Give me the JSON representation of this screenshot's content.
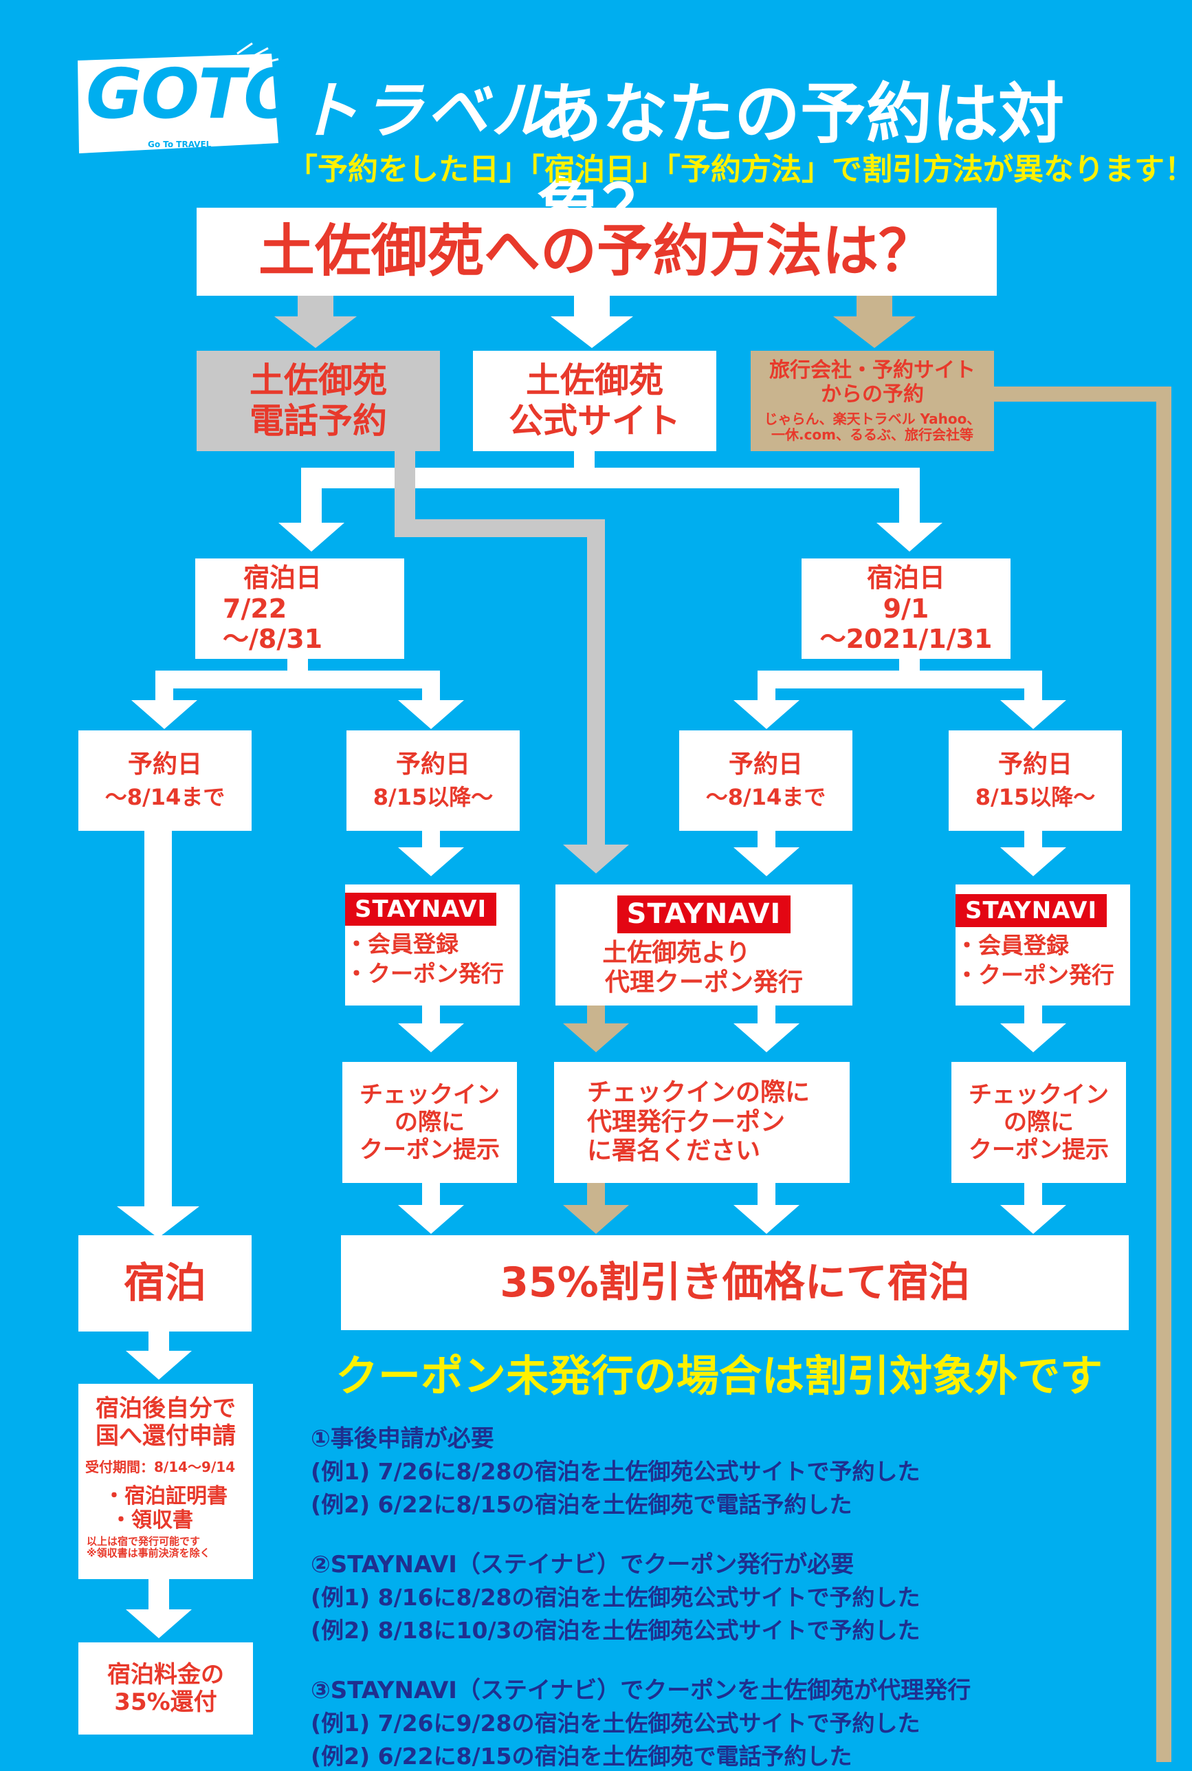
{
  "header": {
    "logo_text": "GOTO",
    "logo_sub": "Go To TRAVEL",
    "travel_text": "トラベル",
    "title": "あなたの予約は対象？",
    "subtitle": "「予約をした日」「宿泊日」「予約方法」で割引方法が異なります！"
  },
  "question": "土佐御苑への予約方法は？",
  "methods": {
    "phone": [
      "土佐御苑",
      "電話予約"
    ],
    "official": [
      "土佐御苑",
      "公式サイト"
    ],
    "agency_title": [
      "旅行会社・予約サイト",
      "からの予約"
    ],
    "agency_sub": [
      "じゃらん、楽天トラベル Yahoo、",
      "一休.com、るるぶ、旅行会社等"
    ]
  },
  "stay_dates": {
    "left": [
      "宿泊日",
      "7/22",
      "～/8/31"
    ],
    "right": [
      "宿泊日",
      "9/1",
      "～2021/1/31"
    ]
  },
  "reserve_dates": {
    "a": [
      "予約日",
      "～8/14まで"
    ],
    "b": [
      "予約日",
      "8/15以降～"
    ],
    "c": [
      "予約日",
      "～8/14まで"
    ],
    "d": [
      "予約日",
      "8/15以降～"
    ]
  },
  "staynavi": {
    "label": "STAYNAVI",
    "left_items": [
      "・会員登録",
      "・クーポン発行"
    ],
    "center_lines": [
      "土佐御苑より",
      "代理クーポン発行"
    ],
    "right_items": [
      "・会員登録",
      "・クーポン発行"
    ]
  },
  "checkin": {
    "left": [
      "チェックイン",
      "の際に",
      "クーポン提示"
    ],
    "center": [
      "チェックインの際に",
      "代理発行クーポン",
      "に署名ください"
    ],
    "right": [
      "チェックイン",
      "の際に",
      "クーポン提示"
    ]
  },
  "stay": "宿泊",
  "discount": "35%割引き価格にて宿泊",
  "refund": {
    "title": [
      "宿泊後自分で",
      "国へ還付申請"
    ],
    "period": "受付期間：8/14～9/14",
    "items": [
      "・宿泊証明書",
      "・領収書"
    ],
    "small": [
      "以上は宿で発行可能です",
      "※領収書は事前決済を除く"
    ]
  },
  "refund_result": [
    "宿泊料金の",
    "35%還付"
  ],
  "warning": "クーポン未発行の場合は割引対象外です",
  "notes": [
    {
      "title": "①事後申請が必要",
      "examples": [
        "(例1) 7/26に8/28の宿泊を土佐御苑公式サイトで予約した",
        "(例2) 6/22に8/15の宿泊を土佐御苑で電話予約した"
      ]
    },
    {
      "title": "②STAYNAVI（ステイナビ）でクーポン発行が必要",
      "examples": [
        "(例1) 8/16に8/28の宿泊を土佐御苑公式サイトで予約した",
        "(例2) 8/18に10/3の宿泊を土佐御苑公式サイトで予約した"
      ]
    },
    {
      "title": "③STAYNAVI（ステイナビ）でクーポンを土佐御苑が代理発行",
      "examples": [
        "(例1) 7/26に9/28の宿泊を土佐御苑公式サイトで予約した",
        "(例2) 6/22に8/15の宿泊を土佐御苑で電話予約した"
      ]
    }
  ],
  "colors": {
    "background": "#00AEEF",
    "red": "#E8392B",
    "yellow": "#FFF100",
    "navy": "#1F2F8F",
    "gray": "#C8C8C8",
    "tan": "#C9B48E"
  }
}
